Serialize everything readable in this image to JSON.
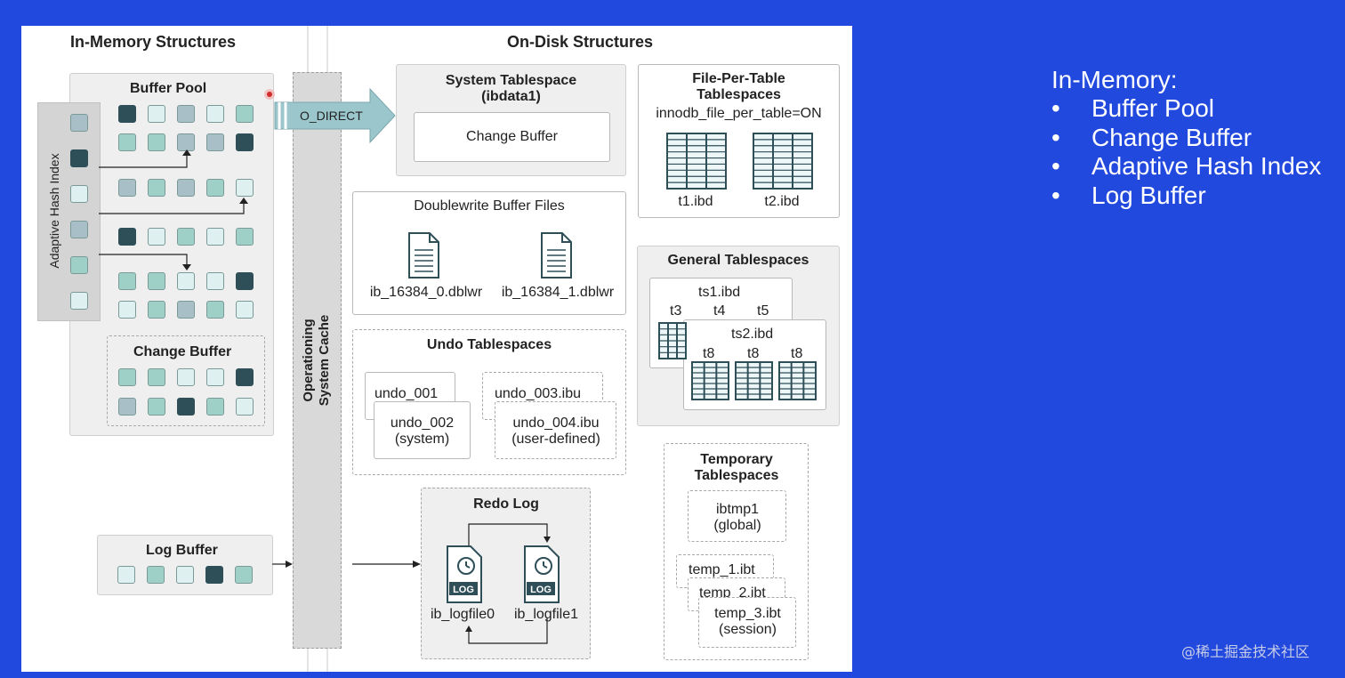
{
  "diagram": {
    "in_memory_title": "In-Memory Structures",
    "on_disk_title": "On-Disk Structures",
    "buffer_pool": {
      "label": "Buffer Pool",
      "ahi_label": "Adaptive Hash Index",
      "ahi_page_states": [
        "c3",
        "c4",
        "c1",
        "c3",
        "c2",
        "c1"
      ],
      "page_rows": [
        [
          "c4",
          "c1",
          "c3",
          "c1",
          "c2"
        ],
        [
          "c2",
          "c2",
          "c3",
          "c3",
          "c4"
        ],
        [
          "c3",
          "c2",
          "c3",
          "c2",
          "c1"
        ],
        [
          "c4",
          "c1",
          "c2",
          "c1",
          "c2"
        ],
        [
          "c2",
          "c2",
          "c1",
          "c1",
          "c4"
        ],
        [
          "c1",
          "c2",
          "c3",
          "c2",
          "c1"
        ]
      ]
    },
    "change_buffer_mem": {
      "label": "Change Buffer",
      "page_rows": [
        [
          "c2",
          "c2",
          "c1",
          "c1",
          "c4"
        ],
        [
          "c3",
          "c2",
          "c4",
          "c2",
          "c1"
        ]
      ]
    },
    "log_buffer": {
      "label": "Log Buffer",
      "page_row": [
        "c1",
        "c2",
        "c1",
        "c4",
        "c2"
      ]
    },
    "os_cache_label": "Operationing\nSystem Cache",
    "o_direct_label": "O_DIRECT",
    "system_tablespace": {
      "title": "System Tablespace",
      "subtitle": "(ibdata1)",
      "change_buffer": "Change Buffer"
    },
    "file_per_table": {
      "title1": "File-Per-Table",
      "title2": "Tablespaces",
      "setting": "innodb_file_per_table=ON",
      "file1": "t1.ibd",
      "file2": "t2.ibd"
    },
    "doublewrite": {
      "title": "Doublewrite Buffer Files",
      "file1": "ib_16384_0.dblwr",
      "file2": "ib_16384_1.dblwr"
    },
    "general_tablespaces": {
      "title": "General Tablespaces",
      "ts1": "ts1.ibd",
      "ts1_tables": [
        "t3",
        "t4",
        "t5"
      ],
      "ts2": "ts2.ibd",
      "ts2_tables": [
        "t8",
        "t8",
        "t8"
      ]
    },
    "undo": {
      "title": "Undo Tablespaces",
      "u1": "undo_001",
      "u2a": "undo_002",
      "u2b": "(system)",
      "u3": "undo_003.ibu",
      "u4a": "undo_004.ibu",
      "u4b": "(user-defined)"
    },
    "temporary": {
      "title1": "Temporary",
      "title2": "Tablespaces",
      "global_a": "ibtmp1",
      "global_b": "(global)",
      "t1": "temp_1.ibt",
      "t2": "temp_2.ibt",
      "t3a": "temp_3.ibt",
      "t3b": "(session)"
    },
    "redo": {
      "title": "Redo Log",
      "log_icon": "LOG",
      "file1": "ib_logfile0",
      "file2": "ib_logfile1"
    }
  },
  "notes": {
    "heading": "In-Memory:",
    "bullet_glyph": "•",
    "items": [
      "Buffer Pool",
      "Change Buffer",
      "Adaptive Hash Index",
      "Log Buffer"
    ]
  },
  "watermark": "@稀土掘金技术社区",
  "colors": {
    "background": "#2249de",
    "page_light": "#dff0f0",
    "page_mint": "#9fd0c8",
    "page_grey": "#a9bfc7",
    "page_dark": "#2e4e58",
    "arrow": "#9ac6cc"
  }
}
